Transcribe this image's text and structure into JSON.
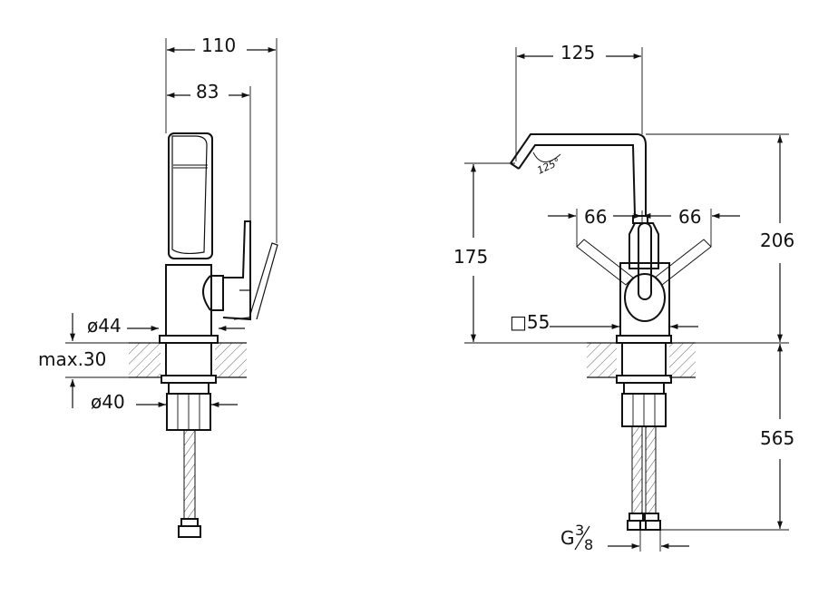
{
  "dimensions": {
    "side_total_width": "110",
    "side_handle_width": "83",
    "side_base_diameter": "ø44",
    "side_max_thickness": "max.30",
    "side_shank_diameter": "ø40",
    "front_spout_reach": "125",
    "front_spout_angle": "125°",
    "front_handle_left": "66",
    "front_handle_right": "66",
    "front_outlet_height": "175",
    "front_total_height": "206",
    "front_base_square": "□55",
    "front_hose_length": "565",
    "front_thread_g": "G",
    "front_thread_num": "3",
    "front_thread_den": "8"
  }
}
